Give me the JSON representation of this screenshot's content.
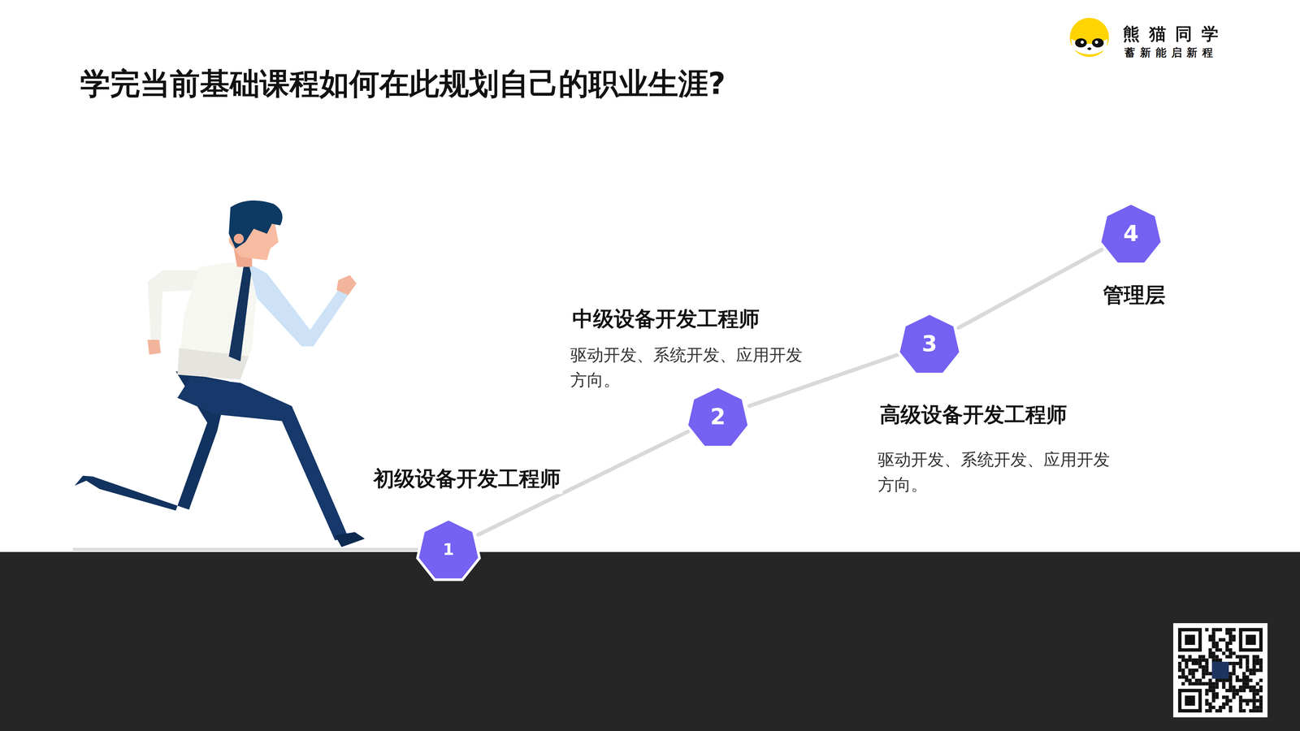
{
  "diagram": {
    "title": "学完当前基础课程如何在此规划自己的职业生涯?",
    "nodes": [
      {
        "text": [
          "1",
          "初级设备开发工程师"
        ]
      },
      {
        "text": [
          "2",
          "中级设备开发工程师",
          "驱动开发、系统开发、应用开发方向。"
        ]
      },
      {
        "text": [
          "3",
          "高级设备开发工程师",
          "驱动开发、系统开发、应用开发方向。"
        ]
      },
      {
        "text": [
          "4",
          "管理层"
        ]
      }
    ],
    "edges": [
      {
        "from": 0,
        "to": 1,
        "arrow": "none"
      },
      {
        "from": 1,
        "to": 2,
        "arrow": "none"
      },
      {
        "from": 2,
        "to": 3,
        "arrow": "none"
      }
    ],
    "labels": [
      "熊猫同学",
      "蓄新能启新程"
    ]
  }
}
